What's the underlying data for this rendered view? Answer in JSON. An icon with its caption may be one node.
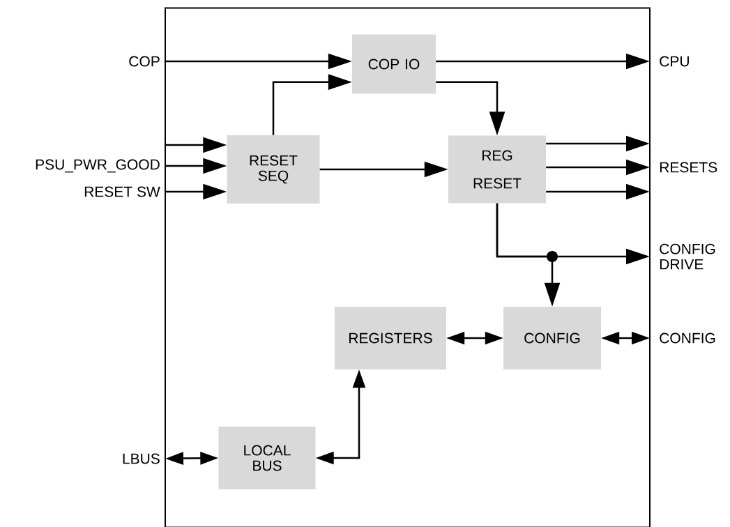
{
  "diagram": {
    "nodes": [
      {
        "text": [],
        "shape": "box"
      },
      {
        "text": [
          "COP"
        ]
      },
      {
        "text": [
          "PSU_PWR_GOOD"
        ]
      },
      {
        "text": [
          "RESET SW"
        ]
      },
      {
        "text": [
          "LBUS"
        ]
      },
      {
        "text": [
          "CPU"
        ]
      },
      {
        "text": [
          "RESETS"
        ]
      },
      {
        "text": [
          "CONFIG DRIVE"
        ]
      },
      {
        "text": [
          "CONFIG"
        ]
      },
      {
        "text": [
          "COP IO"
        ],
        "in": 0
      },
      {
        "text": [
          "RESET SEQ"
        ],
        "in": 0
      },
      {
        "text": [
          "REG RESET"
        ],
        "in": 0
      },
      {
        "text": [
          "REGISTERS"
        ],
        "in": 0
      },
      {
        "text": [
          "CONFIG"
        ],
        "in": 0
      },
      {
        "text": [
          "LOCAL BUS"
        ],
        "in": 0
      }
    ],
    "edges": [
      {
        "from": 1,
        "to": 9,
        "arrow": "to"
      },
      {
        "from": 10,
        "to": 9,
        "arrow": "to"
      },
      {
        "from": 9,
        "to": 5,
        "arrow": "to"
      },
      {
        "from": 9,
        "to": 11,
        "arrow": "to"
      },
      {
        "from": null,
        "to": 10,
        "arrow": "to"
      },
      {
        "from": 2,
        "to": 10,
        "arrow": "to"
      },
      {
        "from": 3,
        "to": 10,
        "arrow": "to"
      },
      {
        "from": 10,
        "to": 11,
        "arrow": "to"
      },
      {
        "from": 11,
        "to": null,
        "arrow": "to"
      },
      {
        "from": 11,
        "to": 6,
        "arrow": "to"
      },
      {
        "from": 11,
        "to": null,
        "arrow": "to"
      },
      {
        "from": 11,
        "to": 7,
        "arrow": "to"
      },
      {
        "from": 11,
        "to": 13,
        "arrow": "to"
      },
      {
        "from": 12,
        "to": 13,
        "arrow": "both"
      },
      {
        "from": 13,
        "to": 8,
        "arrow": "both"
      },
      {
        "from": 14,
        "to": 12,
        "arrow": "both"
      },
      {
        "from": 4,
        "to": 14,
        "arrow": "both"
      }
    ]
  }
}
